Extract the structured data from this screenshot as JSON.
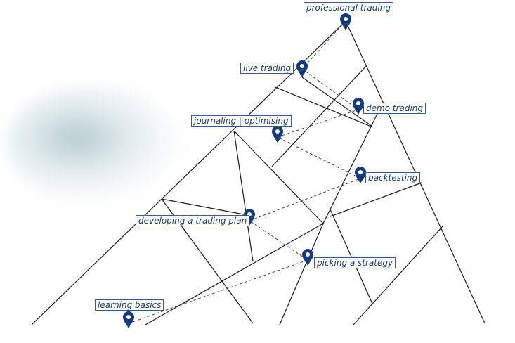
{
  "stages": [
    {
      "id": "professional-trading",
      "label": "professional trading"
    },
    {
      "id": "live-trading",
      "label": "live trading"
    },
    {
      "id": "demo-trading",
      "label": "demo trading"
    },
    {
      "id": "journaling-optimising",
      "label": "journaling | optimising"
    },
    {
      "id": "backtesting",
      "label": "backtesting"
    },
    {
      "id": "developing-a-trading-plan",
      "label": "developing a trading plan"
    },
    {
      "id": "picking-a-strategy",
      "label": "picking a strategy"
    },
    {
      "id": "learning-basics",
      "label": "learning basics"
    }
  ],
  "colors": {
    "pin": "#173a78",
    "line": "#1a1a1a",
    "label_text": "#1f3d66",
    "label_border": "#3d5a7a"
  }
}
